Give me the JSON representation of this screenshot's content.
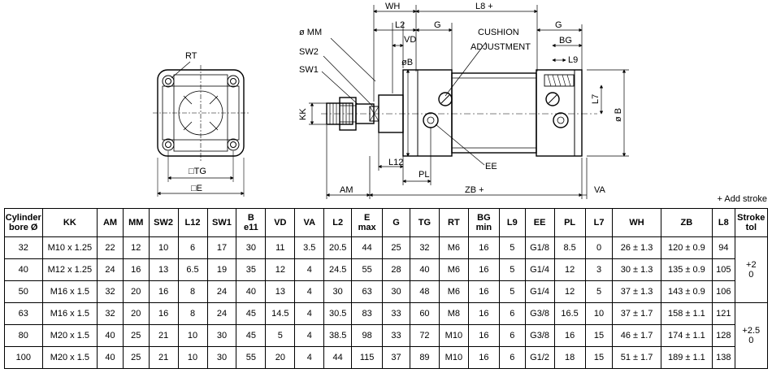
{
  "drawing": {
    "end_view": {
      "rt": "RT",
      "tg": "□TG",
      "e": "□E"
    },
    "side_view": {
      "mm": "ø MM",
      "sw2": "SW2",
      "sw1": "SW1",
      "kk": "KK",
      "wh": "WH",
      "l8": "L8 +",
      "l2": "L2",
      "vd": "VD",
      "ob": "øB",
      "g_left": "G",
      "g_right": "G",
      "cushion": "CUSHION",
      "adjustment": "ADJUSTMENT",
      "bg": "BG",
      "l9": "L9",
      "l7": "L7",
      "b_right": "ø B",
      "l12": "L12",
      "pl": "PL",
      "ee": "EE",
      "am": "AM",
      "zb": "ZB +",
      "va": "VA"
    }
  },
  "note": "+ Add stroke",
  "table": {
    "headers": [
      [
        "Cylinder",
        "bore Ø"
      ],
      [
        "KK"
      ],
      [
        "AM"
      ],
      [
        "MM"
      ],
      [
        "SW2"
      ],
      [
        "L12"
      ],
      [
        "SW1"
      ],
      [
        "B",
        "e11"
      ],
      [
        "VD"
      ],
      [
        "VA"
      ],
      [
        "L2"
      ],
      [
        "E",
        "max"
      ],
      [
        "G"
      ],
      [
        "TG"
      ],
      [
        "RT"
      ],
      [
        "BG",
        "min"
      ],
      [
        "L9"
      ],
      [
        "EE"
      ],
      [
        "PL"
      ],
      [
        "L7"
      ],
      [
        "WH"
      ],
      [
        "ZB"
      ],
      [
        "L8"
      ],
      [
        "Stroke",
        "tol"
      ]
    ],
    "rows": [
      [
        "32",
        "M10 x 1.25",
        "22",
        "12",
        "10",
        "6",
        "17",
        "30",
        "11",
        "3.5",
        "20.5",
        "44",
        "25",
        "32",
        "M6",
        "16",
        "5",
        "G1/8",
        "8.5",
        "0",
        "26 ± 1.3",
        "120 ± 0.9",
        "94"
      ],
      [
        "40",
        "M12 x 1.25",
        "24",
        "16",
        "13",
        "6.5",
        "19",
        "35",
        "12",
        "4",
        "24.5",
        "55",
        "28",
        "40",
        "M6",
        "16",
        "5",
        "G1/4",
        "12",
        "3",
        "30 ± 1.3",
        "135 ± 0.9",
        "105"
      ],
      [
        "50",
        "M16 x 1.5",
        "32",
        "20",
        "16",
        "8",
        "24",
        "40",
        "13",
        "4",
        "30",
        "63",
        "30",
        "48",
        "M6",
        "16",
        "5",
        "G1/4",
        "12",
        "5",
        "37 ± 1.3",
        "143 ± 0.9",
        "106"
      ],
      [
        "63",
        "M16 x 1.5",
        "32",
        "20",
        "16",
        "8",
        "24",
        "45",
        "14.5",
        "4",
        "30.5",
        "83",
        "33",
        "60",
        "M8",
        "16",
        "6",
        "G3/8",
        "16.5",
        "10",
        "37 ± 1.7",
        "158 ± 1.1",
        "121"
      ],
      [
        "80",
        "M20 x 1.5",
        "40",
        "25",
        "21",
        "10",
        "30",
        "45",
        "5",
        "4",
        "38.5",
        "98",
        "33",
        "72",
        "M10",
        "16",
        "6",
        "G3/8",
        "16",
        "15",
        "46 ± 1.7",
        "174 ± 1.1",
        "128"
      ],
      [
        "100",
        "M20 x 1.5",
        "40",
        "25",
        "21",
        "10",
        "30",
        "55",
        "20",
        "4",
        "44",
        "115",
        "37",
        "89",
        "M10",
        "16",
        "6",
        "G1/2",
        "18",
        "15",
        "51 ± 1.7",
        "189 ± 1.1",
        "138"
      ]
    ],
    "stroke_tol": [
      {
        "plus": "+2",
        "minus": "0"
      },
      {
        "plus": "+2.5",
        "minus": "0"
      }
    ]
  }
}
